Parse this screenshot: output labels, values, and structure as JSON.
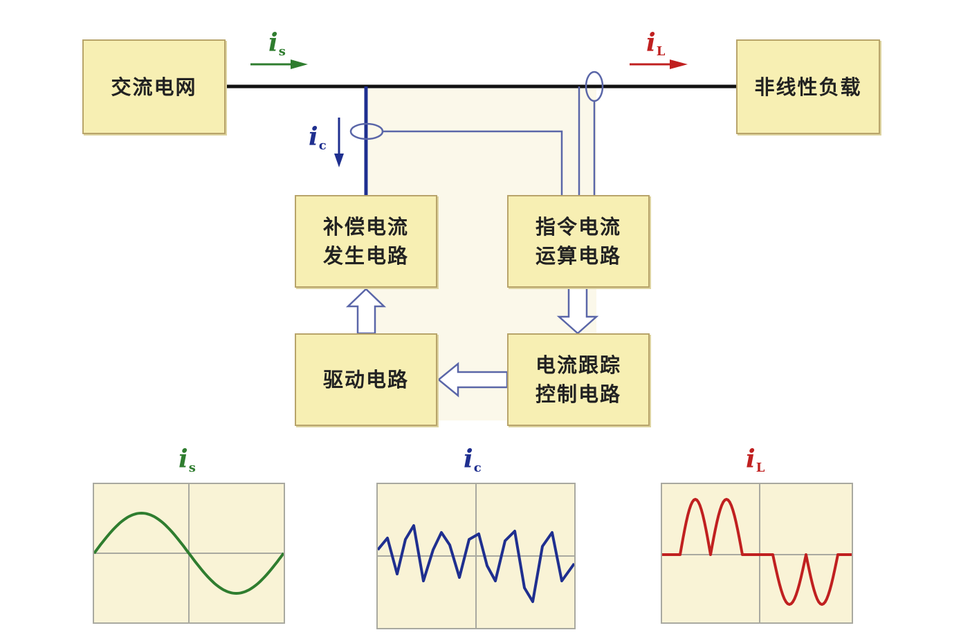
{
  "blocks": {
    "ac_grid": "交流电网",
    "nonlinear_load": "非线性负载",
    "comp_current_gen": [
      "补偿电流",
      "发生电路"
    ],
    "cmd_current_calc": [
      "指令电流",
      "运算电路"
    ],
    "drive_circuit": "驱动电路",
    "current_tracking": [
      "电流跟踪",
      "控制电路"
    ]
  },
  "labels": {
    "is": {
      "main": "i",
      "sub": "s"
    },
    "ic": {
      "main": "i",
      "sub": "c"
    },
    "il": {
      "main": "i",
      "sub": "L"
    }
  },
  "waveforms": [
    {
      "name": "i_s",
      "label": {
        "main": "i",
        "sub": "s"
      },
      "color": "#2f7d2f",
      "shape": "sine"
    },
    {
      "name": "i_c",
      "label": {
        "main": "i",
        "sub": "c"
      },
      "color": "#1f2f8f",
      "shape": "compensation"
    },
    {
      "name": "i_L",
      "label": {
        "main": "i",
        "sub": "L"
      },
      "color": "#c02020",
      "shape": "nonlinear"
    }
  ],
  "colors": {
    "box_fill": "#f7efb3",
    "line_black": "#111111",
    "line_blue": "#1f2f8f",
    "arrow_green": "#2f7d2f",
    "arrow_red": "#c02020",
    "panel_outline": "#5a66a8"
  }
}
